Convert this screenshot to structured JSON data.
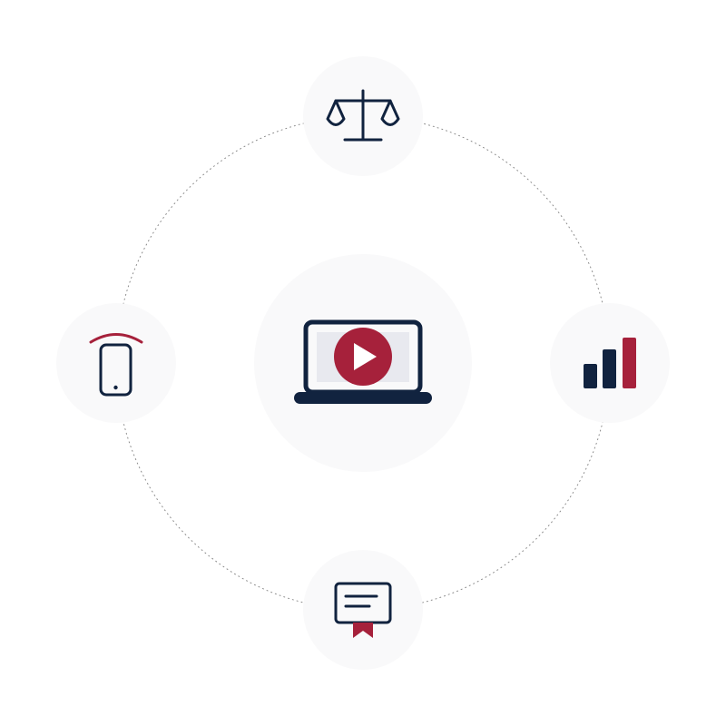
{
  "colors": {
    "background": "#ffffff",
    "node_fill": "#f9f9fa",
    "navy": "#11233f",
    "crimson": "#a6213b",
    "screen_fill": "#e8e9ef",
    "orbit_line": "#8a8a8a"
  },
  "center": {
    "icon": "laptop-play-icon"
  },
  "satellites": [
    {
      "position": "top",
      "icon": "scales-icon"
    },
    {
      "position": "right",
      "icon": "bar-chart-icon"
    },
    {
      "position": "bottom",
      "icon": "certificate-icon"
    },
    {
      "position": "left",
      "icon": "mobile-phone-icon"
    }
  ]
}
